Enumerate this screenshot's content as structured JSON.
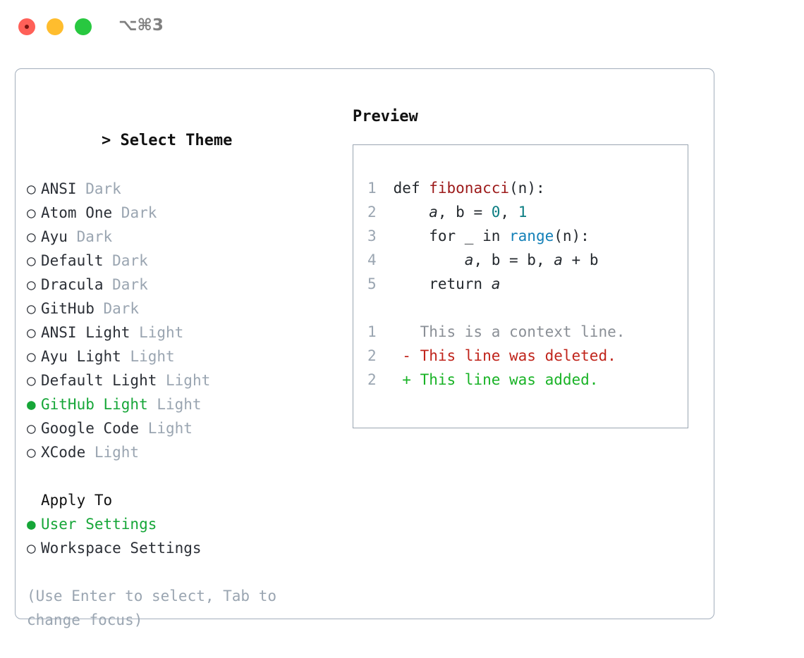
{
  "window": {
    "shortcut": "⌥⌘3",
    "traffic_lights": [
      {
        "name": "close",
        "color": "#ff6058"
      },
      {
        "name": "minimize",
        "color": "#ffbd2e"
      },
      {
        "name": "maximize",
        "color": "#28c840"
      }
    ]
  },
  "colors": {
    "selected_green": "#16a638",
    "muted_grey": "#9aa5b1",
    "panel_border": "#a3aebc",
    "text": "#2b2f36",
    "diff_add": "#19b326",
    "diff_del": "#c0241b",
    "syntax_function": "#9c1a1a",
    "syntax_number": "#0b7d82",
    "syntax_call": "#1380b8"
  },
  "theme_list": {
    "title": "Select Theme",
    "caret": ">",
    "bullet_unselected": "○",
    "bullet_selected": "●",
    "items": [
      {
        "label": "ANSI",
        "tag": "Dark",
        "selected": false
      },
      {
        "label": "Atom One",
        "tag": "Dark",
        "selected": false
      },
      {
        "label": "Ayu",
        "tag": "Dark",
        "selected": false
      },
      {
        "label": "Default",
        "tag": "Dark",
        "selected": false
      },
      {
        "label": "Dracula",
        "tag": "Dark",
        "selected": false
      },
      {
        "label": "GitHub",
        "tag": "Dark",
        "selected": false
      },
      {
        "label": "ANSI Light",
        "tag": "Light",
        "selected": false
      },
      {
        "label": "Ayu Light",
        "tag": "Light",
        "selected": false
      },
      {
        "label": "Default Light",
        "tag": "Light",
        "selected": false
      },
      {
        "label": "GitHub Light",
        "tag": "Light",
        "selected": true
      },
      {
        "label": "Google Code",
        "tag": "Light",
        "selected": false
      },
      {
        "label": "XCode",
        "tag": "Light",
        "selected": false
      }
    ]
  },
  "apply_to": {
    "title": "Apply To",
    "items": [
      {
        "label": "User Settings",
        "selected": true
      },
      {
        "label": "Workspace Settings",
        "selected": false
      }
    ]
  },
  "hint": "(Use Enter to select, Tab to change focus)",
  "preview": {
    "title": "Preview",
    "code_lines": [
      {
        "num": "1",
        "indent": "",
        "segments": [
          {
            "text": "def ",
            "style": "plain"
          },
          {
            "text": "fibonacci",
            "style": "fn"
          },
          {
            "text": "(n):",
            "style": "plain"
          }
        ]
      },
      {
        "num": "2",
        "indent": "    ",
        "segments": [
          {
            "text": "a",
            "style": "var"
          },
          {
            "text": ", b = ",
            "style": "plain"
          },
          {
            "text": "0",
            "style": "num"
          },
          {
            "text": ", ",
            "style": "plain"
          },
          {
            "text": "1",
            "style": "num"
          }
        ]
      },
      {
        "num": "3",
        "indent": "    ",
        "segments": [
          {
            "text": "for _ in ",
            "style": "plain"
          },
          {
            "text": "range",
            "style": "call"
          },
          {
            "text": "(n):",
            "style": "plain"
          }
        ]
      },
      {
        "num": "4",
        "indent": "        ",
        "segments": [
          {
            "text": "a",
            "style": "var"
          },
          {
            "text": ", b = b, ",
            "style": "plain"
          },
          {
            "text": "a",
            "style": "var"
          },
          {
            "text": " + b",
            "style": "plain"
          }
        ]
      },
      {
        "num": "5",
        "indent": "    ",
        "segments": [
          {
            "text": "return ",
            "style": "plain"
          },
          {
            "text": "a",
            "style": "var"
          }
        ]
      }
    ],
    "diff_lines": [
      {
        "num": "1",
        "marker": " ",
        "text": "This is a context line.",
        "kind": "context"
      },
      {
        "num": "2",
        "marker": "-",
        "text": "This line was deleted.",
        "kind": "deleted"
      },
      {
        "num": "2",
        "marker": "+",
        "text": "This line was added.",
        "kind": "added"
      }
    ]
  }
}
